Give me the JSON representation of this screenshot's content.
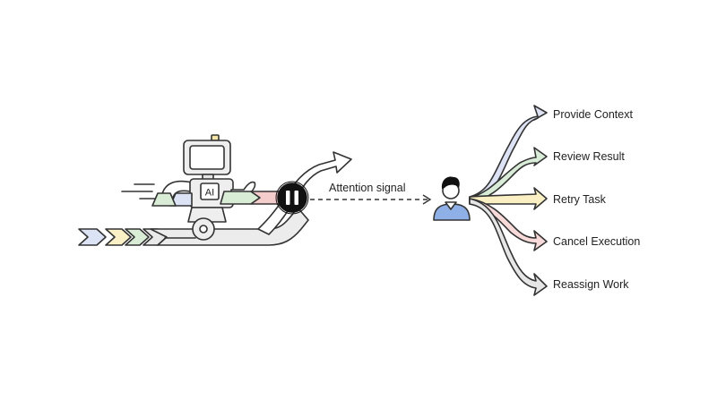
{
  "robot": {
    "badge_text": "AI",
    "icon": "robot-icon"
  },
  "pause": {
    "icon": "pause-icon"
  },
  "signal": {
    "label": "Attention signal"
  },
  "human": {
    "icon": "person-icon"
  },
  "actions": [
    {
      "label": "Provide Context",
      "color": "#dde3f5"
    },
    {
      "label": "Review Result",
      "color": "#d8ecd8"
    },
    {
      "label": "Retry Task",
      "color": "#fbefc4"
    },
    {
      "label": "Cancel Execution",
      "color": "#f7d9d9"
    },
    {
      "label": "Reassign Work",
      "color": "#e6e6e6"
    }
  ],
  "colors": {
    "chevron_blue": "#dbe3f5",
    "chevron_yellow": "#fbf0c6",
    "chevron_green": "#d9ecd6",
    "track_gray": "#e9e9e9",
    "stop_red": "#f5cccc",
    "person_blue": "#8fb0e6",
    "pause_black": "#111111"
  }
}
